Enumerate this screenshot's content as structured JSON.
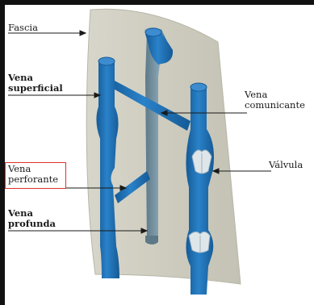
{
  "labels": {
    "fascia": "Fascia",
    "vena_superficial_1": "Vena",
    "vena_superficial_2": "superficial",
    "vena_comunicante_1": "Vena",
    "vena_comunicante_2": "comunicante",
    "vena_perforante_1": "Vena",
    "vena_perforante_2": "perforante",
    "vena_profunda_1": "Vena",
    "vena_profunda_2": "profunda",
    "valvula": "Válvula"
  },
  "colors": {
    "vein_blue": "#1e6fb5",
    "vein_blue_light": "#4a93d3",
    "deep_vein_gray": "#6f8e9e",
    "fascia_gray": "#cfcdc0",
    "valve_fill": "#dfe6ea",
    "highlight_border": "#e0312b"
  }
}
